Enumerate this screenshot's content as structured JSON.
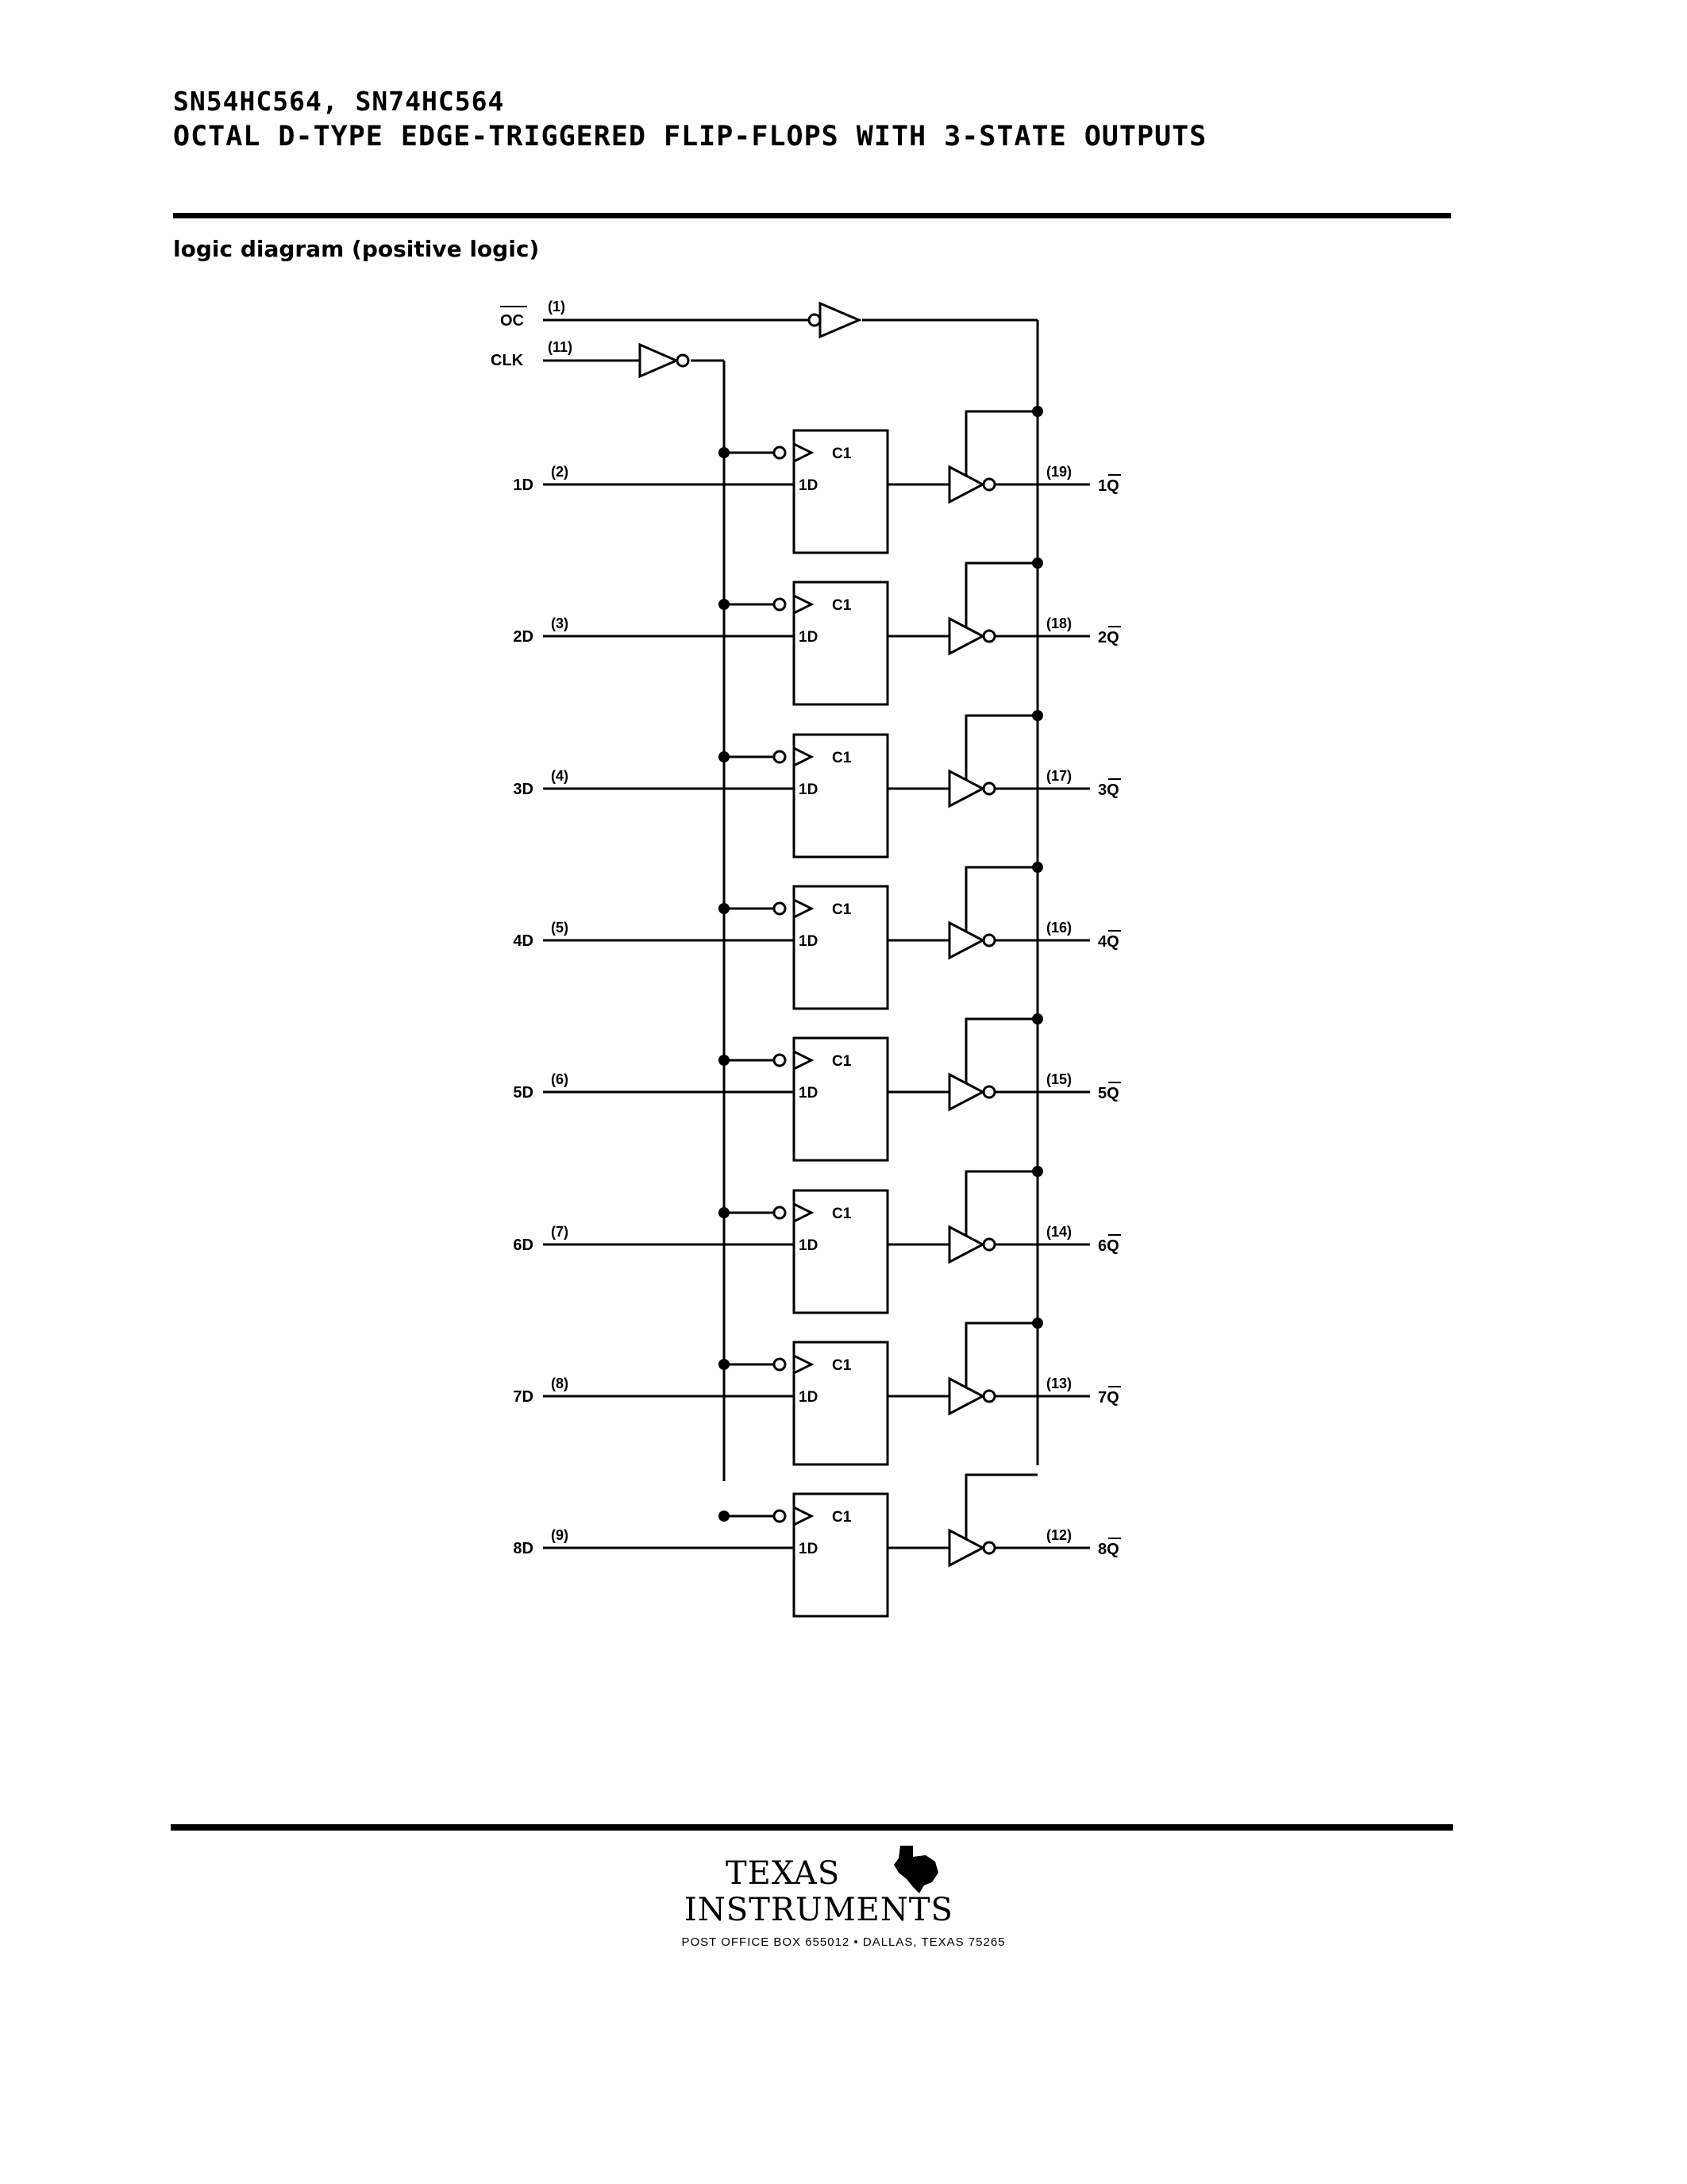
{
  "header": {
    "part_numbers": "SN54HC564, SN74HC564",
    "title": "OCTAL D-TYPE EDGE-TRIGGERED FLIP-FLOPS WITH 3-STATE OUTPUTS"
  },
  "section": {
    "label": "logic diagram (positive logic)"
  },
  "diagram": {
    "oc_label": "OC",
    "oc_pin": "(1)",
    "clk_label": "CLK",
    "clk_pin": "(11)",
    "box_clock_label": "C1",
    "box_data_label": "1D",
    "channels": [
      {
        "input": "1D",
        "input_pin": "(2)",
        "output_pin": "(19)",
        "output_num": "1",
        "output_letter": "Q"
      },
      {
        "input": "2D",
        "input_pin": "(3)",
        "output_pin": "(18)",
        "output_num": "2",
        "output_letter": "Q"
      },
      {
        "input": "3D",
        "input_pin": "(4)",
        "output_pin": "(17)",
        "output_num": "3",
        "output_letter": "Q"
      },
      {
        "input": "4D",
        "input_pin": "(5)",
        "output_pin": "(16)",
        "output_num": "4",
        "output_letter": "Q"
      },
      {
        "input": "5D",
        "input_pin": "(6)",
        "output_pin": "(15)",
        "output_num": "5",
        "output_letter": "Q"
      },
      {
        "input": "6D",
        "input_pin": "(7)",
        "output_pin": "(14)",
        "output_num": "6",
        "output_letter": "Q"
      },
      {
        "input": "7D",
        "input_pin": "(8)",
        "output_pin": "(13)",
        "output_num": "7",
        "output_letter": "Q"
      },
      {
        "input": "8D",
        "input_pin": "(9)",
        "output_pin": "(12)",
        "output_num": "8",
        "output_letter": "Q"
      }
    ]
  },
  "footer": {
    "brand_line1": "TEXAS",
    "brand_line2": "INSTRUMENTS",
    "address": "POST OFFICE BOX 655012 • DALLAS, TEXAS 75265"
  }
}
